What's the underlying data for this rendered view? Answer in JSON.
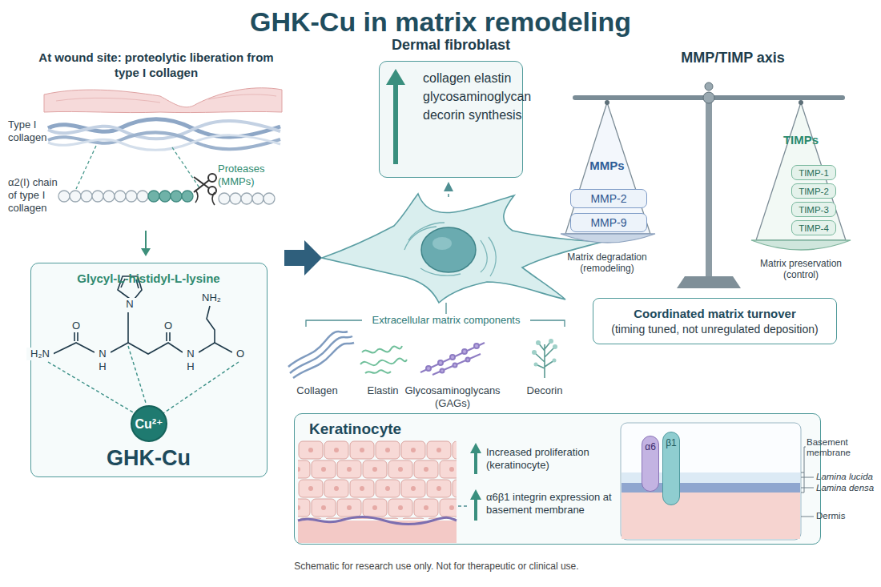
{
  "diagram": {
    "title": "GHK-Cu in matrix remodeling",
    "caption": "Schematic for research use only. Not for therapeutic or clinical use.",
    "nodes": [
      {
        "text": [
          "Glycyl-L-histidyl-L-lysine",
          "GHK-Cu"
        ]
      },
      {
        "text": [
          "Cu²⁺"
        ],
        "in": 0
      },
      {
        "text": [
          "collagen elastin glycosaminoglycan decorin synthesis"
        ]
      },
      {
        "text": [
          "MMP-2"
        ]
      },
      {
        "text": [
          "MMP-9"
        ]
      },
      {
        "text": [
          "TIMP-1"
        ]
      },
      {
        "text": [
          "TIMP-2"
        ]
      },
      {
        "text": [
          "TIMP-3"
        ]
      },
      {
        "text": [
          "TIMP-4"
        ]
      },
      {
        "text": [
          "Coordinated matrix turnover",
          "(timing tuned, not unregulated deposition)"
        ]
      },
      {
        "text": [
          "Keratinocyte",
          "Increased proliferation (keratinocyte)",
          "α6β1 integrin expression at basement membrane"
        ]
      },
      {
        "text": [
          "α6"
        ],
        "in": 10
      },
      {
        "text": [
          "β1"
        ],
        "in": 10
      }
    ],
    "labels": [
      "At wound site: proteolytic liberation from type I collagen",
      "Type I collagen",
      "α2(I) chain of type I collagen",
      "Proteases (MMPs)",
      "O",
      "H₂N",
      "N",
      "H",
      "N",
      "O",
      "N",
      "H",
      "NH₂",
      "O",
      "Dermal fibroblast",
      "Extracellular matrix components",
      "Collagen",
      "Elastin",
      "Glycosaminoglycans (GAGs)",
      "Decorin",
      "MMP/TIMP axis",
      "MMPs",
      "TIMPs",
      "Matrix degradation (remodeling)",
      "Matrix preservation (control)",
      "Basement membrane",
      "Lamina lucida",
      "Lamina densa",
      "Dermis"
    ]
  }
}
